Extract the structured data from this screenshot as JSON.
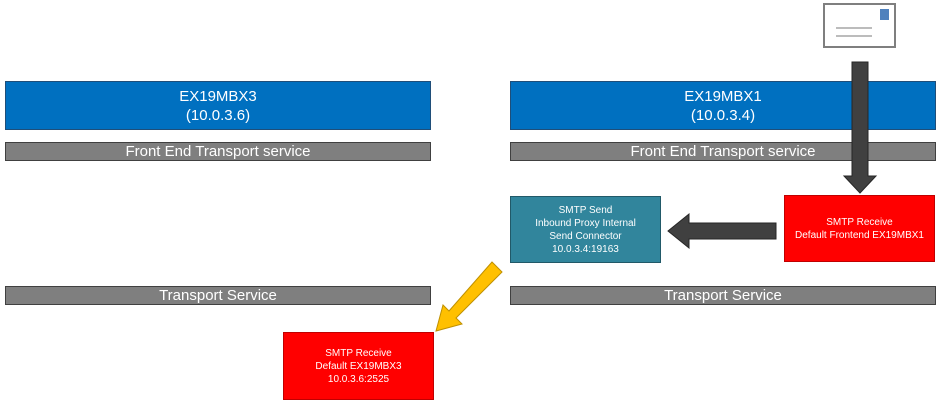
{
  "servers": {
    "left": {
      "name": "EX19MBX3",
      "ip": "(10.0.3.6)"
    },
    "right": {
      "name": "EX19MBX1",
      "ip": "(10.0.3.4)"
    }
  },
  "services": {
    "left_frontend": "Front End Transport service",
    "right_frontend": "Front End Transport service",
    "left_transport": "Transport Service",
    "right_transport": "Transport Service"
  },
  "connectors": {
    "receive_frontend": {
      "line1": "SMTP Receive",
      "line2": "Default Frontend EX19MBX1"
    },
    "send_proxy": {
      "line1": "SMTP Send",
      "line2": "Inbound Proxy Internal",
      "line3": "Send Connector",
      "line4": "10.0.3.4:19163"
    },
    "receive_mbx3": {
      "line1": "SMTP Receive",
      "line2": "Default EX19MBX3",
      "line3": "10.0.3.6:2525"
    }
  },
  "icons": {
    "message": "envelope-icon",
    "arrows": [
      "arrow-down-icon",
      "arrow-left-icon",
      "arrow-down-left-icon"
    ]
  },
  "colors": {
    "server_blue": "#0070C0",
    "service_gray": "#7F7F7F",
    "receive_red": "#FF0000",
    "send_teal": "#31859C",
    "dark_arrow": "#404040",
    "gold_arrow": "#FFC000"
  }
}
